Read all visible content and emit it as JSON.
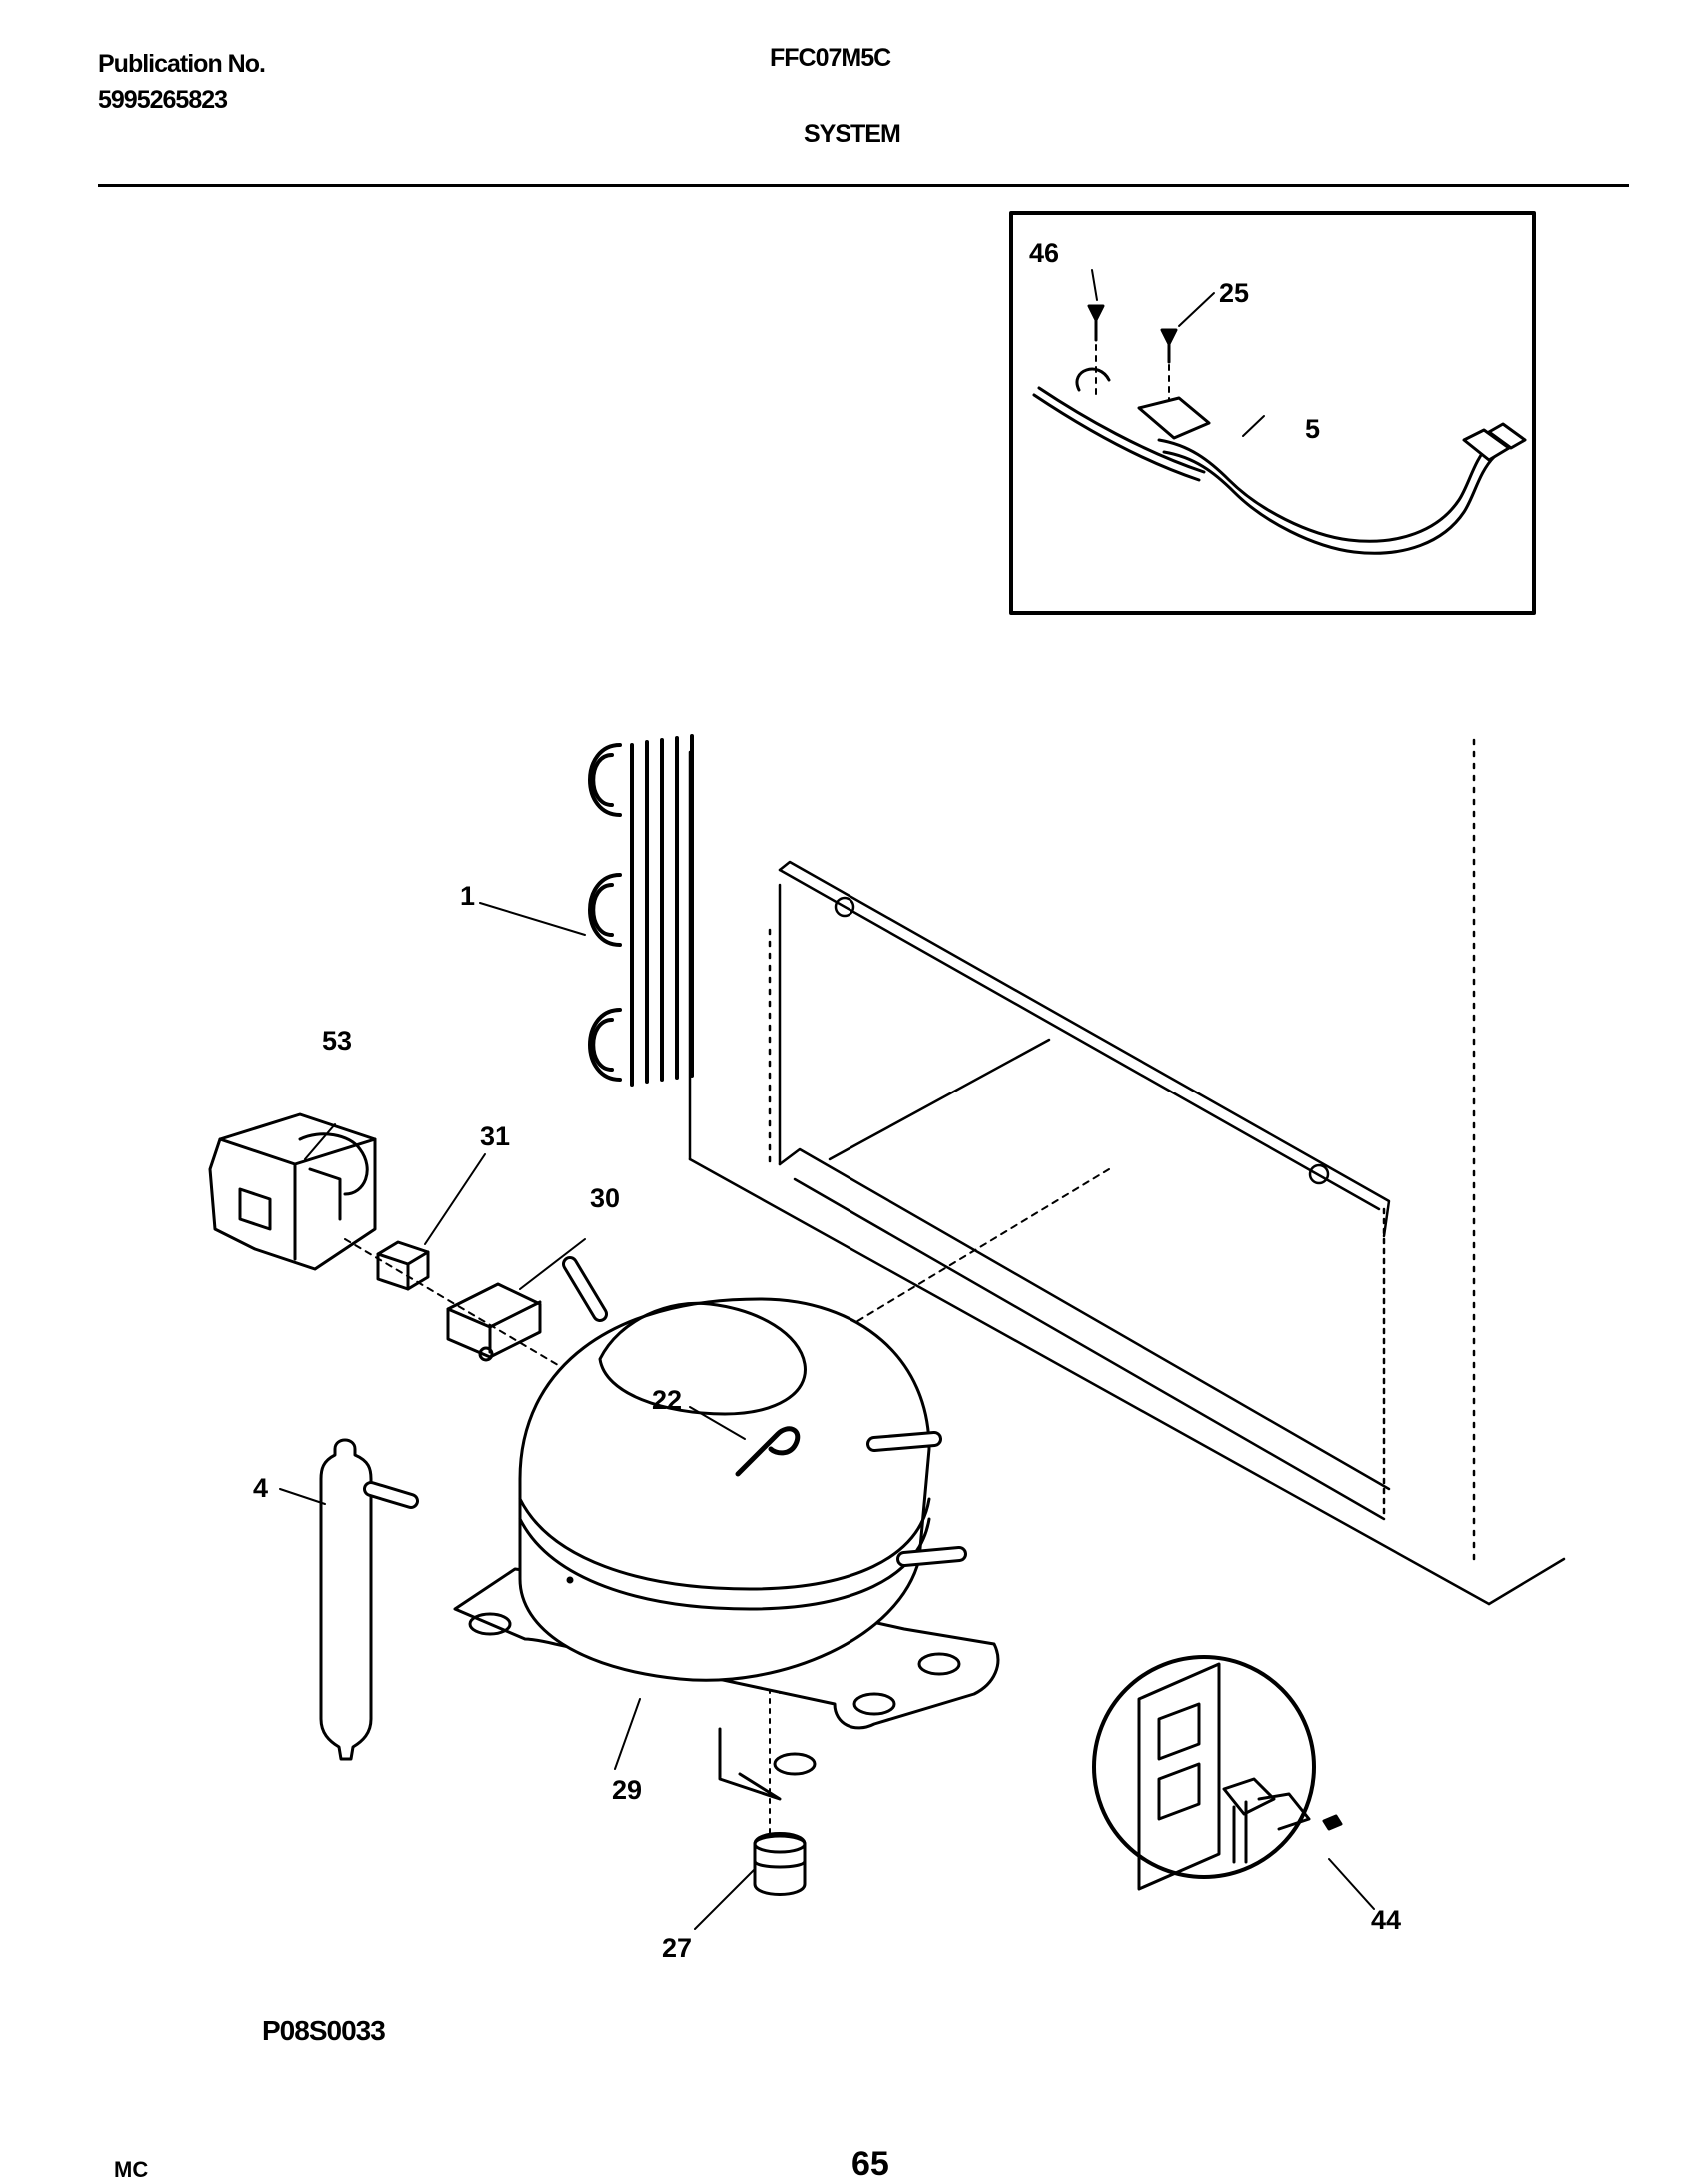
{
  "header": {
    "publication_label": "Publication No.",
    "publication_number": "5995265823",
    "model": "FFC07M5C",
    "section": "SYSTEM"
  },
  "callouts": {
    "c46": "46",
    "c25": "25",
    "c5": "5",
    "c1": "1",
    "c53": "53",
    "c31": "31",
    "c30": "30",
    "c22": "22",
    "c4": "4",
    "c29": "29",
    "c27": "27",
    "c44": "44"
  },
  "figure_code": "P08S0033",
  "footer": {
    "left": "MC",
    "page": "65"
  }
}
